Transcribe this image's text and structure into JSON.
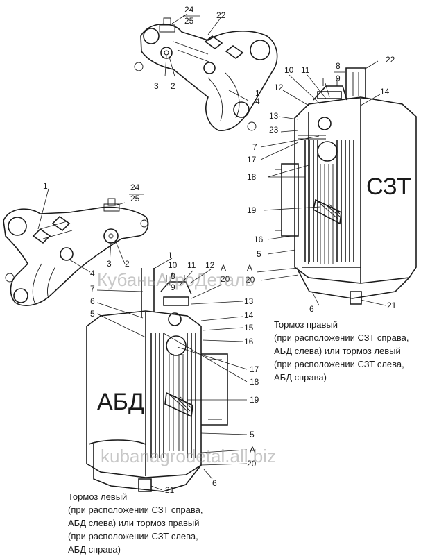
{
  "labels": {
    "top": {
      "n24": "24",
      "n25": "25",
      "n22": "22",
      "n3": "3",
      "n2": "2",
      "n4": "4",
      "n1": "1"
    },
    "right": {
      "n22": "22",
      "n8": "8",
      "n9": "9",
      "n10": "10",
      "n11": "11",
      "n12": "12",
      "n14": "14",
      "n13": "13",
      "n23": "23",
      "n7": "7",
      "n17": "17",
      "n18": "18",
      "n19": "19",
      "n16": "16",
      "n5": "5",
      "nA": "А",
      "n20": "20",
      "n6": "6",
      "n21": "21"
    },
    "left": {
      "n1": "1",
      "n24": "24",
      "n25": "25",
      "n3": "3",
      "n2": "2",
      "n4": "4",
      "n7": "7",
      "n6": "6",
      "n5": "5",
      "n1b": "1",
      "n10": "10",
      "n11": "11",
      "n12": "12",
      "n8": "8",
      "n9": "9",
      "nA": "А",
      "n20": "20",
      "n13": "13",
      "n14": "14",
      "n15": "15",
      "n16": "16",
      "n17": "17",
      "n18": "18",
      "n19": "19",
      "n5b": "5",
      "nAb": "А",
      "n20b": "20",
      "n6b": "6",
      "n21": "21"
    }
  },
  "markers": {
    "right": "СЗТ",
    "left": "АБД"
  },
  "watermarks": {
    "w1": "КубаньАгроДеталь",
    "w2": "kubanagrodetal.all.biz"
  },
  "captions": {
    "right": [
      "Тормоз правый",
      "(при расположении СЗТ справа,",
      "АБД слева) или тормоз левый",
      "(при расположении СЗТ слева,",
      "АБД справа)"
    ],
    "left": [
      "Тормоз левый",
      "(при расположении СЗТ справа,",
      "АБД слева) или тормоз правый",
      "(при расположении СЗТ слева,",
      "АБД справа)"
    ]
  }
}
